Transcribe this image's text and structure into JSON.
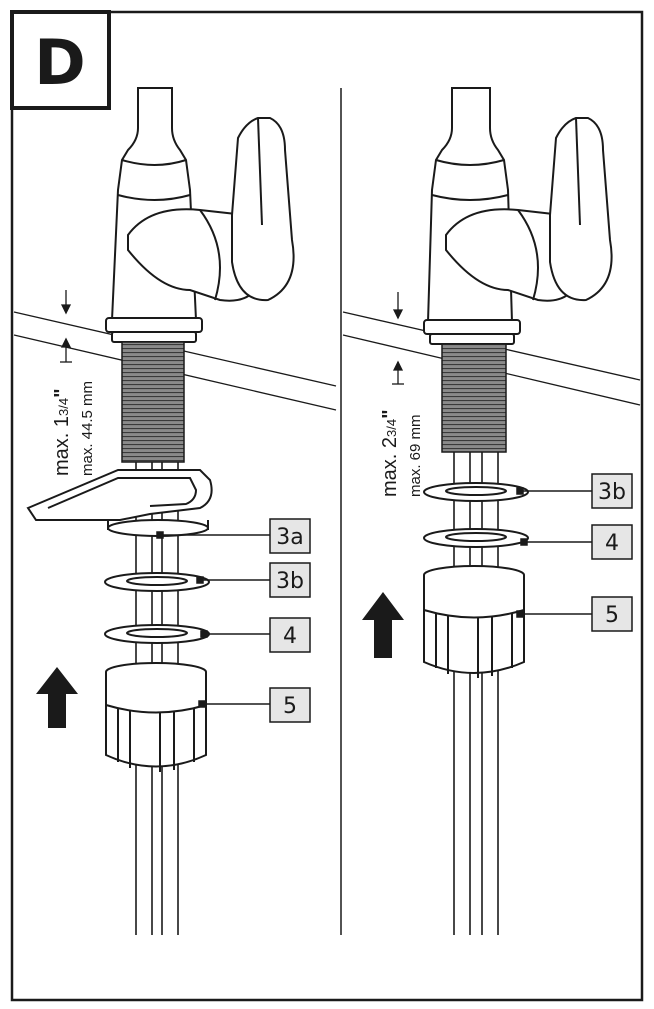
{
  "step": {
    "letter": "D"
  },
  "panels": [
    {
      "id": "left",
      "dimension": {
        "imperial_prefix": "max. 1",
        "imperial_fraction": "3/4",
        "imperial_unit": "\"",
        "metric": "max. 44.5 mm"
      },
      "callouts": [
        {
          "label": "3a"
        },
        {
          "label": "3b"
        },
        {
          "label": "4"
        },
        {
          "label": "5"
        }
      ]
    },
    {
      "id": "right",
      "dimension": {
        "imperial_prefix": "max. 2",
        "imperial_fraction": "3/4",
        "imperial_unit": "\"",
        "metric": "max. 69 mm"
      },
      "callouts": [
        {
          "label": "3b"
        },
        {
          "label": "4"
        },
        {
          "label": "5"
        }
      ]
    }
  ],
  "colors": {
    "line": "#1a1a1a",
    "label_fill": "#e6e6e6",
    "thread": "#555555"
  }
}
